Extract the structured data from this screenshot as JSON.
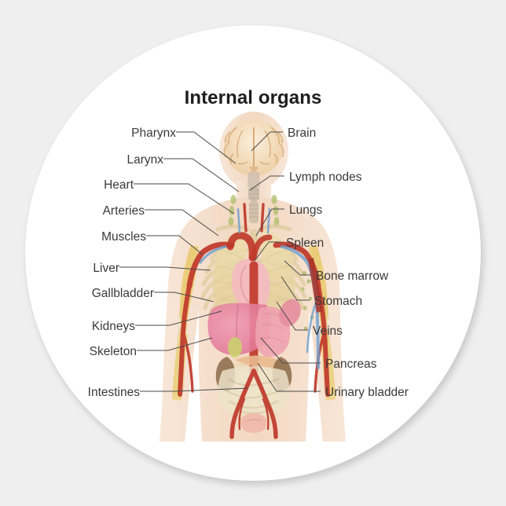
{
  "sticker": {
    "title": "Internal organs",
    "background_color": "#efefef",
    "disc_color": "#ffffff",
    "title_color": "#1d1d1d",
    "label_color": "#3a3a3a",
    "leader_color": "#555555"
  },
  "labels_left": [
    {
      "id": "pharynx",
      "text": "Pharynx"
    },
    {
      "id": "larynx",
      "text": "Larynx"
    },
    {
      "id": "heart",
      "text": "Heart"
    },
    {
      "id": "arteries",
      "text": "Arteries"
    },
    {
      "id": "muscles",
      "text": "Muscles"
    },
    {
      "id": "liver",
      "text": "Liver"
    },
    {
      "id": "gallbladder",
      "text": "Gallbladder"
    },
    {
      "id": "kidneys",
      "text": "Kidneys"
    },
    {
      "id": "skeleton",
      "text": "Skeleton"
    },
    {
      "id": "intestines",
      "text": "Intestines"
    }
  ],
  "labels_right": [
    {
      "id": "brain",
      "text": "Brain"
    },
    {
      "id": "lymph-nodes",
      "text": "Lymph nodes"
    },
    {
      "id": "lungs",
      "text": "Lungs"
    },
    {
      "id": "spleen",
      "text": "Spleen"
    },
    {
      "id": "bone-marrow",
      "text": "Bone marrow"
    },
    {
      "id": "stomach",
      "text": "Stomach"
    },
    {
      "id": "veins",
      "text": "Veins"
    },
    {
      "id": "pancreas",
      "text": "Pancreas"
    },
    {
      "id": "urinary-bladder",
      "text": "Urinary bladder"
    }
  ],
  "figure": {
    "name": "human-torso-anatomy-illustration",
    "description": "Anterior view of a translucent human upper body showing brain, pharynx, larynx, lungs, heart, liver, stomach, spleen, pancreas, intestines, kidneys, urinary bladder, skeleton, arteries and veins",
    "colors": {
      "skin": "#f2d9c4",
      "bone": "#e8d9a8",
      "muscle": "#e8c86a",
      "artery": "#c0392b",
      "vein": "#5b8fc7",
      "lung": "#e9d8a6",
      "heart": "#f0b9b9",
      "liver": "#e8819e",
      "stomach": "#f0a8b4",
      "kidney": "#8a6a4a",
      "brain": "#f3d9b5",
      "intestine": "#ece0c8",
      "lymph": "#9bb84a"
    }
  }
}
